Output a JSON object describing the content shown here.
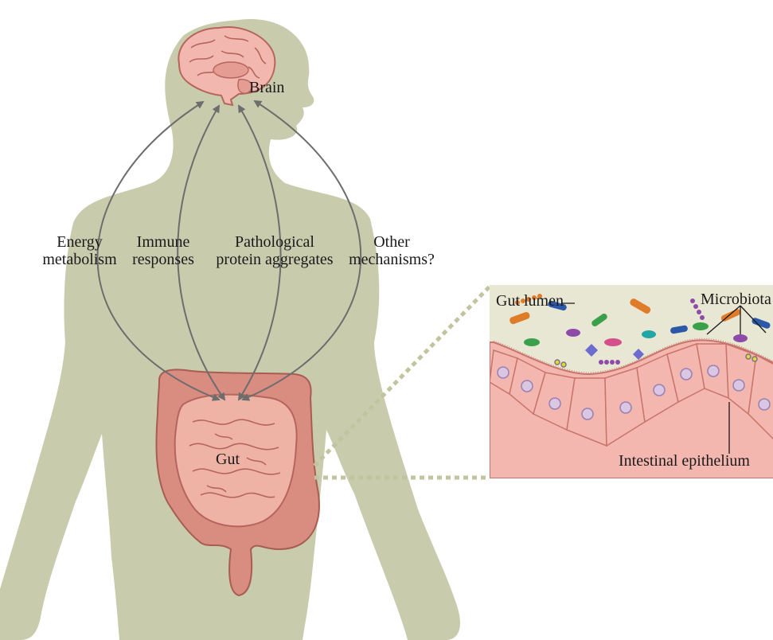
{
  "labels": {
    "brain": "Brain",
    "gut": "Gut",
    "pathways": [
      {
        "line1": "Energy",
        "line2": "metabolism"
      },
      {
        "line1": "Immune",
        "line2": "responses"
      },
      {
        "line1": "Pathological",
        "line2": "protein aggregates"
      },
      {
        "line1": "Other",
        "line2": "mechanisms?"
      }
    ],
    "inset": {
      "gut_lumen": "Gut lumen",
      "microbiota": "Microbiota",
      "intestinal_epithelium": "Intestinal epithelium"
    }
  },
  "colors": {
    "body": "#c8ccad",
    "brain": "#f2b8b0",
    "gut": "#efb3a6",
    "colon": "#d98c80",
    "arrow": "#6d6d6d",
    "inset_bg": "#e8e7d3",
    "epithelium": "#f4b7b0",
    "dotted_line": "#c2c49f"
  }
}
